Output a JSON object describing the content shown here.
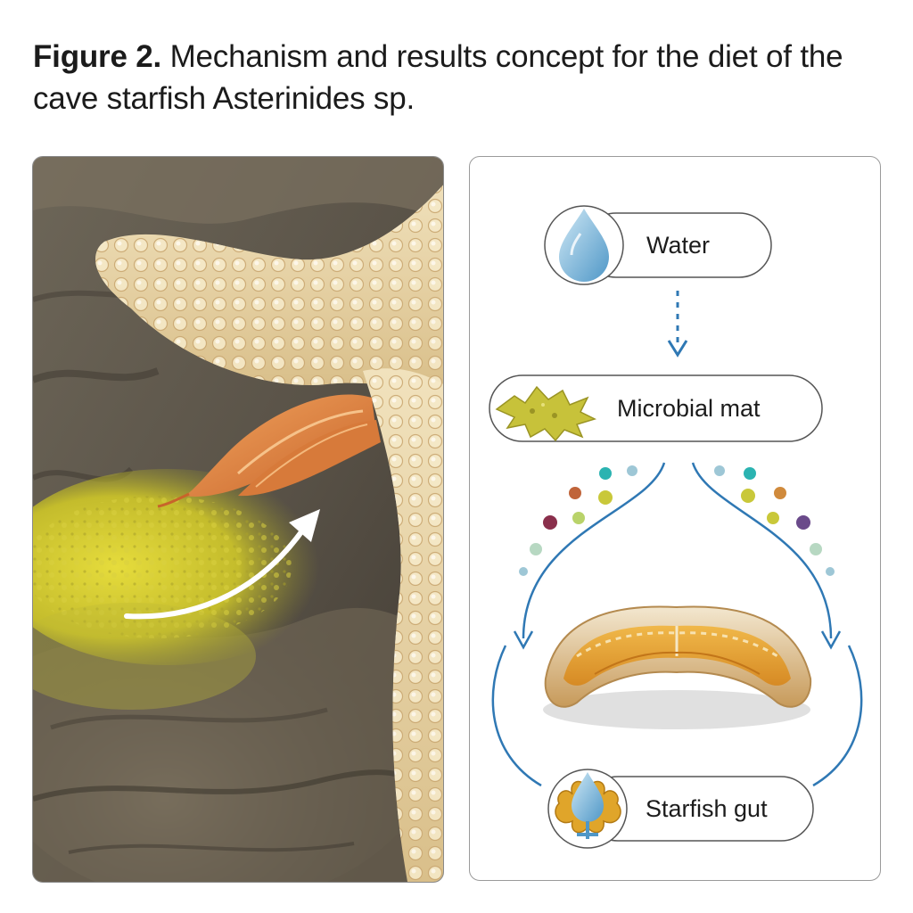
{
  "figure": {
    "label": "Figure 2.",
    "caption": " Mechanism and results concept for the diet of the cave starfish Asterinides sp."
  },
  "diagram": {
    "nodes": [
      {
        "id": "water",
        "label": "Water"
      },
      {
        "id": "microbial_mat",
        "label": "Microbial mat"
      },
      {
        "id": "starfish_gut",
        "label": "Starfish gut"
      }
    ],
    "colors": {
      "arrow": "#2f78b4",
      "mat": "#c7c23a",
      "water_drop": "#7fb9dc",
      "particles": [
        "#2bb3b1",
        "#9ec7d6",
        "#c0643a",
        "#c9c83a",
        "#d08a3c",
        "#8a2f4c",
        "#b9d36a",
        "#6a4a8a",
        "#b7d8c2"
      ]
    },
    "icons": [
      "water-drop-icon",
      "microbial-mat-icon",
      "stomach-cross-section-icon",
      "gut-drop-icon"
    ]
  },
  "photo": {
    "icons": [
      "starfish-arm",
      "everted-stomach",
      "microbial-mat-patch",
      "feeding-arrow-icon"
    ]
  }
}
